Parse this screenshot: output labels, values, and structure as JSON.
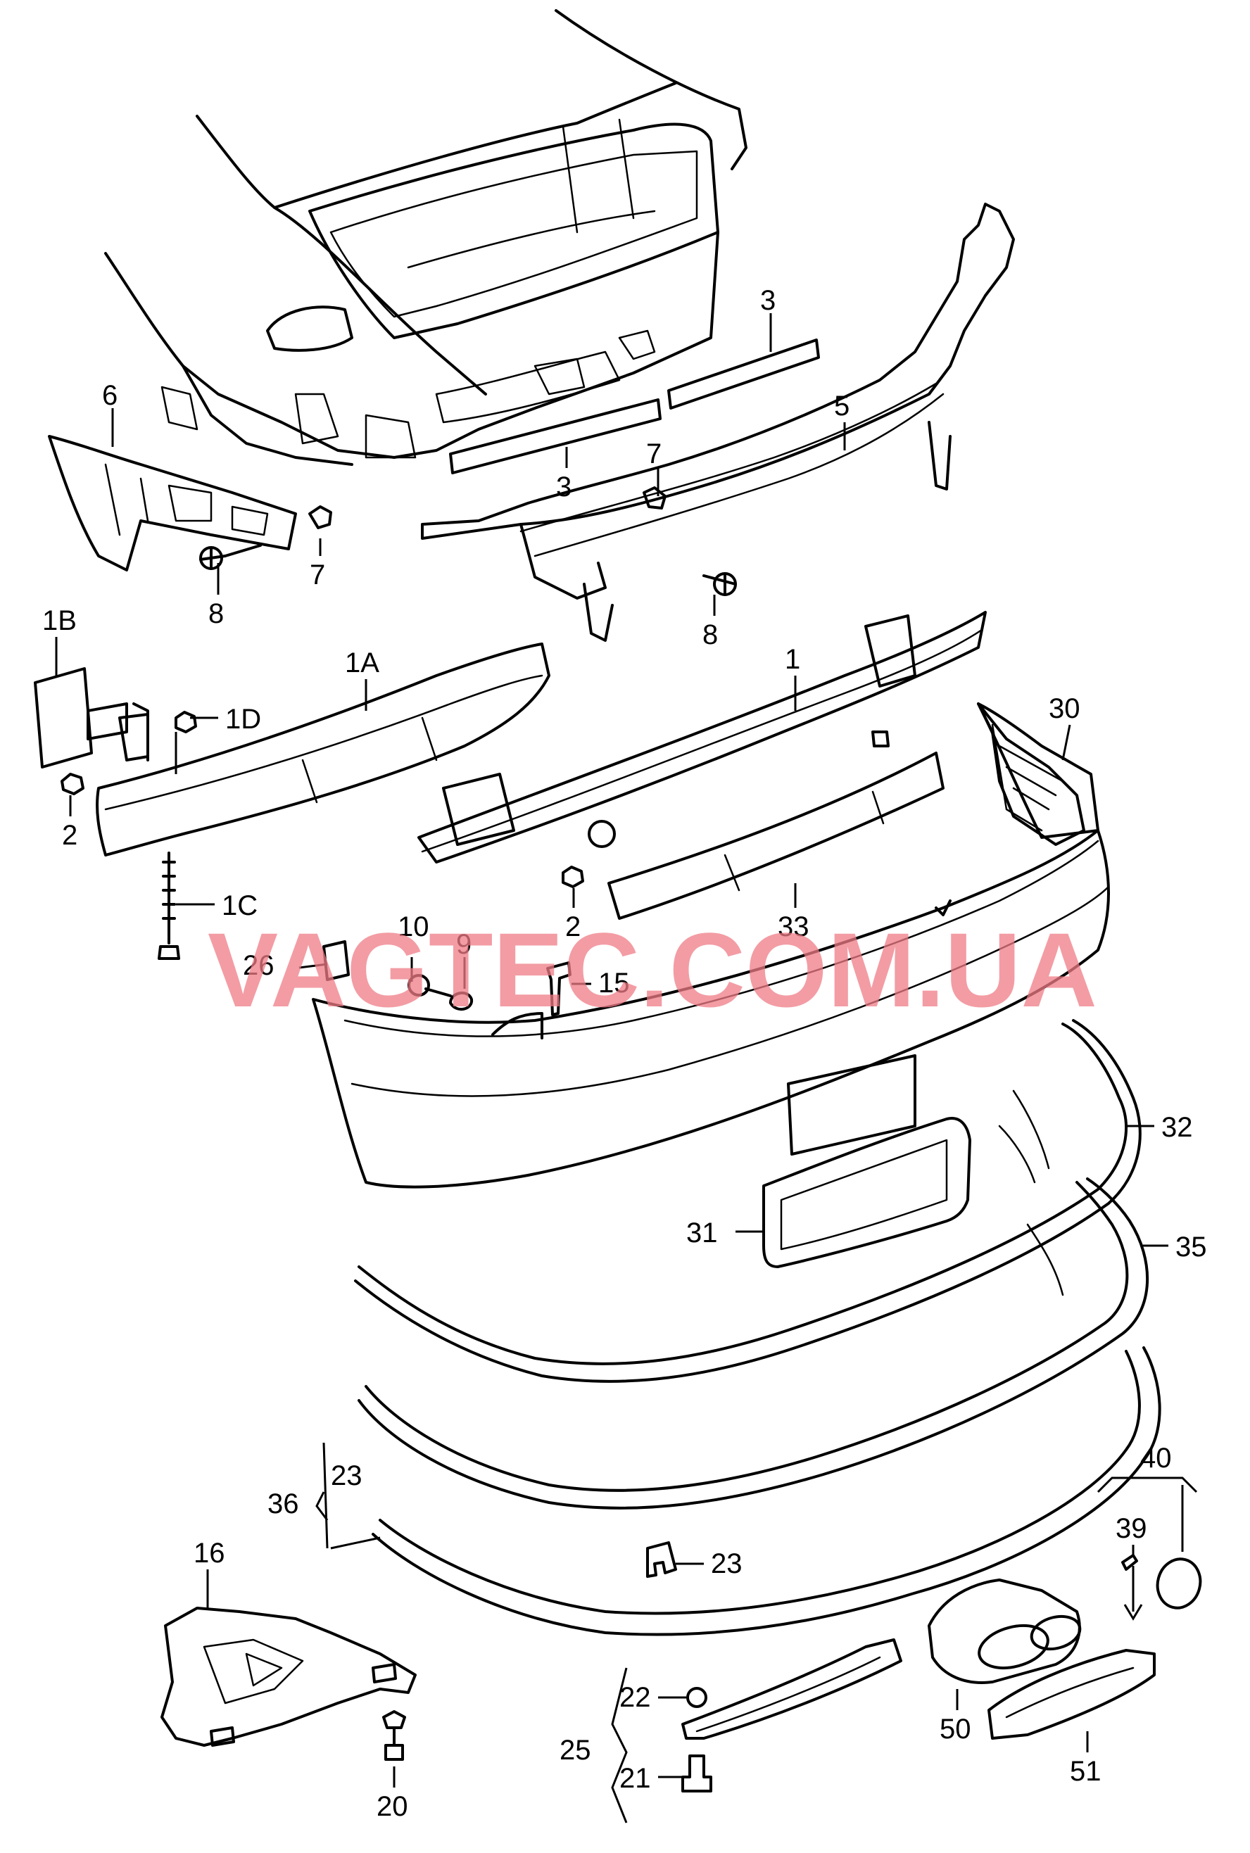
{
  "watermark": "VAGTEC.COM.UA",
  "callouts": {
    "c3a": "3",
    "c3b": "3",
    "c5": "5",
    "c6": "6",
    "c7a": "7",
    "c7b": "7",
    "c8a": "8",
    "c8b": "8",
    "c1B": "1B",
    "c1A": "1A",
    "c1": "1",
    "c1D": "1D",
    "c30": "30",
    "c2a": "2",
    "c2b": "2",
    "c1C": "1C",
    "c33": "33",
    "c10": "10",
    "c9": "9",
    "c26": "26",
    "c15": "15",
    "c32": "32",
    "c31": "31",
    "c35": "35",
    "c36": "36",
    "c23a": "23",
    "c23b": "23",
    "c40": "40",
    "c39": "39",
    "c16": "16",
    "c22": "22",
    "c25": "25",
    "c21": "21",
    "c50": "50",
    "c51": "51",
    "c20": "20"
  }
}
